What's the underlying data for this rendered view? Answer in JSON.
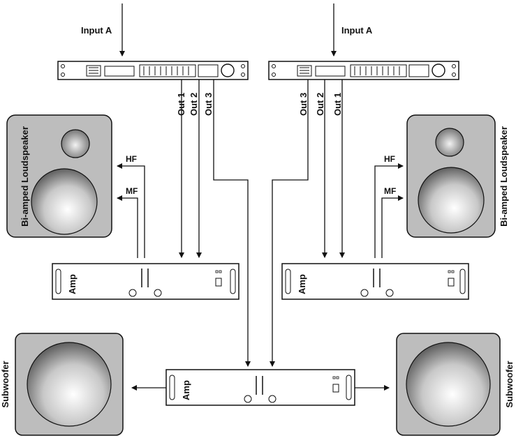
{
  "diagram": {
    "left": {
      "input_label": "Input A",
      "outputs": [
        "Out 1",
        "Out 2",
        "Out 3"
      ],
      "speaker_label": "Bi-amped Loudspeaker",
      "hf_label": "HF",
      "mf_label": "MF",
      "amp_label": "Amp"
    },
    "right": {
      "input_label": "Input A",
      "outputs": [
        "Out 3",
        "Out 2",
        "Out 1"
      ],
      "speaker_label": "Bi-amped Loudspeaker",
      "hf_label": "HF",
      "mf_label": "MF",
      "amp_label": "Amp"
    },
    "center": {
      "amp_label": "Amp",
      "sub_left_label": "Subwoofer",
      "sub_right_label": "Subwoofer"
    }
  }
}
